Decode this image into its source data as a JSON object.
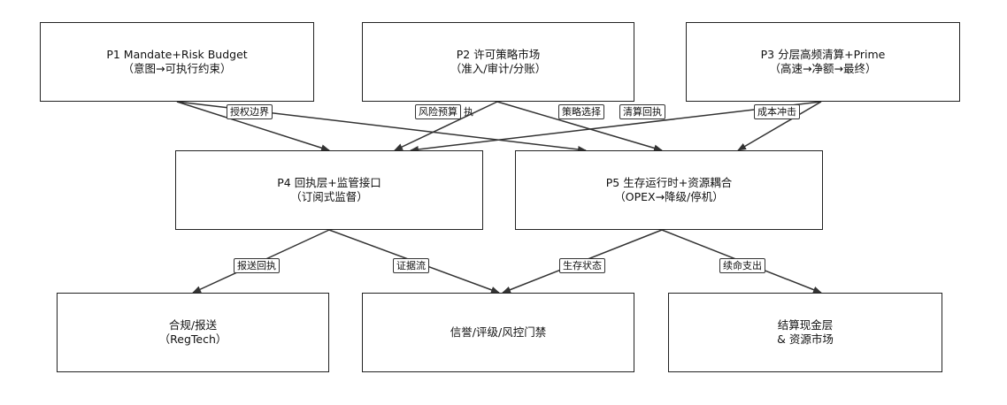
{
  "nodes": {
    "p1": {
      "line1": "P1 Mandate+Risk Budget",
      "line2": "（意图→可执行约束）"
    },
    "p2": {
      "line1": "P2 许可策略市场",
      "line2": "（准入/审计/分账）"
    },
    "p3": {
      "line1": "P3 分层高频清算+Prime",
      "line2": "（高速→净额→最终）"
    },
    "p4": {
      "line1": "P4 回执层+监管接口",
      "line2": "（订阅式监督）"
    },
    "p5": {
      "line1": "P5 生存运行时+资源耦合",
      "line2": "（OPEX→降级/停机）"
    },
    "reg": {
      "line1": "合规/报送",
      "line2": "（RegTech）"
    },
    "rep": {
      "line1": "信誉/评级/风控门禁"
    },
    "set": {
      "line1": "结算现金层",
      "line2": "& 资源市场"
    }
  },
  "edges": {
    "auth_boundary": "授权边界",
    "risk_budget": "风险预算",
    "exec": "执",
    "strategy_select": "策略选择",
    "clearing_receipt": "清算回执",
    "cost_shock": "成本冲击",
    "report_receipt": "报送回执",
    "evidence_flow": "证据流",
    "survival_state": "生存状态",
    "renewal_spend": "续命支出"
  }
}
